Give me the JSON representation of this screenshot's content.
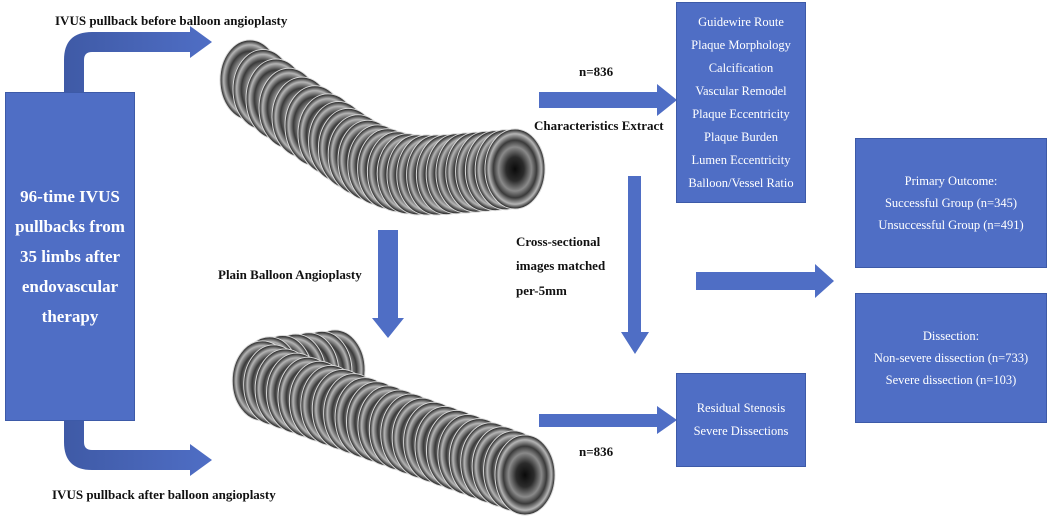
{
  "source": {
    "lines": [
      "96-time IVUS",
      "pullbacks from",
      "35 limbs after",
      "endovascular",
      "therapy"
    ]
  },
  "labels": {
    "before": "IVUS pullback before balloon angioplasty",
    "after": "IVUS pullback after balloon angioplasty",
    "plain_balloon": "Plain Balloon Angioplasty",
    "n_top": "n=836",
    "n_bottom": "n=836",
    "extract": "Characteristics Extract",
    "cross": [
      "Cross-sectional",
      "images matched",
      "per-5mm"
    ]
  },
  "characteristics": [
    "Guidewire Route",
    "Plaque Morphology",
    "Calcification",
    "Vascular Remodel",
    "Plaque Eccentricity",
    "Plaque Burden",
    "Lumen Eccentricity",
    "Balloon/Vessel Ratio"
  ],
  "post_outcomes": [
    "Residual Stenosis",
    "Severe Dissections"
  ],
  "primary_outcome": [
    "Primary Outcome:",
    "Successful Group (n=345)",
    "Unsuccessful Group (n=491)"
  ],
  "dissection": [
    "Dissection:",
    "Non-severe dissection (n=733)",
    "Severe dissection (n=103)"
  ],
  "colors": {
    "box": "#4f6ec5",
    "arrow": "#4f6ec5",
    "arrow_dark": "#3f5aa6"
  },
  "icons": {
    "ivus_before": "ivus-frame-stack-image",
    "ivus_after": "ivus-frame-stack-image"
  }
}
